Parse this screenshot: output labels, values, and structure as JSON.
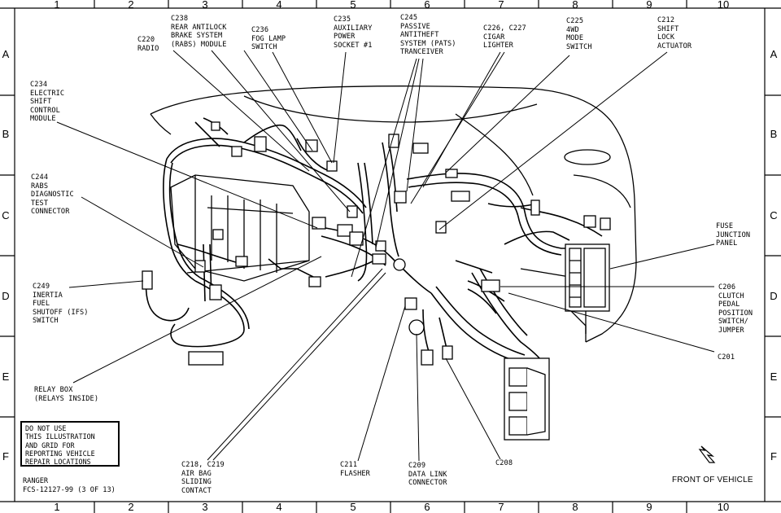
{
  "grid": {
    "columns": [
      "1",
      "2",
      "3",
      "4",
      "5",
      "6",
      "7",
      "8",
      "9",
      "10"
    ],
    "rows": [
      "A",
      "B",
      "C",
      "D",
      "E",
      "F"
    ]
  },
  "callouts": {
    "c220": [
      "C220",
      "RADIO"
    ],
    "c238": [
      "C238",
      "REAR ANTILOCK",
      "BRAKE SYSTEM",
      "(RABS) MODULE"
    ],
    "c236": [
      "C236",
      "FOG LAMP",
      "SWITCH"
    ],
    "c235": [
      "C235",
      "AUXILIARY",
      "POWER",
      "SOCKET #1"
    ],
    "c245": [
      "C245",
      "PASSIVE",
      "ANTITHEFT",
      "SYSTEM (PATS)",
      "TRANCEIVER"
    ],
    "c226": [
      "C226, C227",
      "CIGAR",
      "LIGHTER"
    ],
    "c225": [
      "C225",
      "4WD",
      "MODE",
      "SWITCH"
    ],
    "c212": [
      "C212",
      "SHIFT",
      "LOCK",
      "ACTUATOR"
    ],
    "c234": [
      "C234",
      "ELECTRIC",
      "SHIFT",
      "CONTROL",
      "MODULE"
    ],
    "c244": [
      "C244",
      "RABS",
      "DIAGNOSTIC",
      "TEST",
      "CONNECTOR"
    ],
    "c249": [
      "C249",
      "INERTIA",
      "FUEL",
      "SHUTOFF (IFS)",
      "SWITCH"
    ],
    "relay": [
      "RELAY BOX",
      "(RELAYS INSIDE)"
    ],
    "fuse": [
      "FUSE",
      "JUNCTION",
      "PANEL"
    ],
    "c206": [
      "C206",
      "CLUTCH",
      "PEDAL",
      "POSITION",
      "SWITCH/",
      "JUMPER"
    ],
    "c201": [
      "C201"
    ],
    "c218": [
      "C218, C219",
      "AIR BAG",
      "SLIDING",
      "CONTACT"
    ],
    "c211": [
      "C211",
      "FLASHER"
    ],
    "c209": [
      "C209",
      "DATA LINK",
      "CONNECTOR"
    ],
    "c208": [
      "C208"
    ]
  },
  "notice": [
    "DO NOT USE",
    "THIS ILLUSTRATION",
    "AND GRID FOR",
    "REPORTING VEHICLE",
    "REPAIR LOCATIONS"
  ],
  "footer": [
    "RANGER",
    "FCS-12127-99  (3 OF 13)"
  ],
  "front_label": "FRONT OF VEHICLE"
}
